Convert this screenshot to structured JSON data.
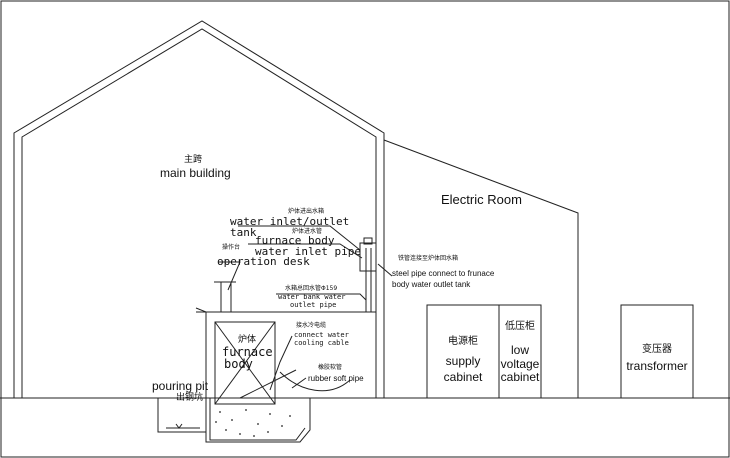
{
  "labels": {
    "main_building_cn": "主跨",
    "main_building_en": "main building",
    "electric_room": "Electric Room",
    "water_tank_cn": "炉体进出水箱",
    "water_tank_en_1": "water inlet/outlet",
    "water_tank_en_2": "tank",
    "inlet_pipe_cn": "炉体进水管",
    "furnace_body_en": "furnace body",
    "water_inlet_pipe_en": "water inlet pipe",
    "operation_desk_cn": "操作台",
    "operation_desk_en": "operation desk",
    "steel_pipe_cn": "铁管连接至炉体回水箱",
    "steel_pipe_en_1": "steel pipe connect to frunace",
    "steel_pipe_en_2": "body water outlet tank",
    "bank_pipe_cn": "水箱总回水管Φ159",
    "bank_pipe_en_1": "water bank water",
    "bank_pipe_en_2": "outlet pipe",
    "cooling_cable_cn": "接水冷电缆",
    "cooling_cable_en_1": "connect water",
    "cooling_cable_en_2": "cooling cable",
    "rubber_pipe_cn": "橡胶软管",
    "rubber_pipe_en": "rubber soft pipe",
    "furnace_cn": "炉体",
    "furnace_en_1": "furnace",
    "furnace_en_2": "body",
    "pouring_pit_en": "pouring pit",
    "pouring_pit_cn": "出钢坑",
    "supply_cabinet_cn": "电源柜",
    "supply_cabinet_en_1": "supply",
    "supply_cabinet_en_2": "cabinet",
    "low_voltage_cn": "低压柜",
    "low_voltage_en_1": "low",
    "low_voltage_en_2": "voltage",
    "low_voltage_en_3": "cabinet",
    "transformer_cn": "变压器",
    "transformer_en": "transformer"
  }
}
